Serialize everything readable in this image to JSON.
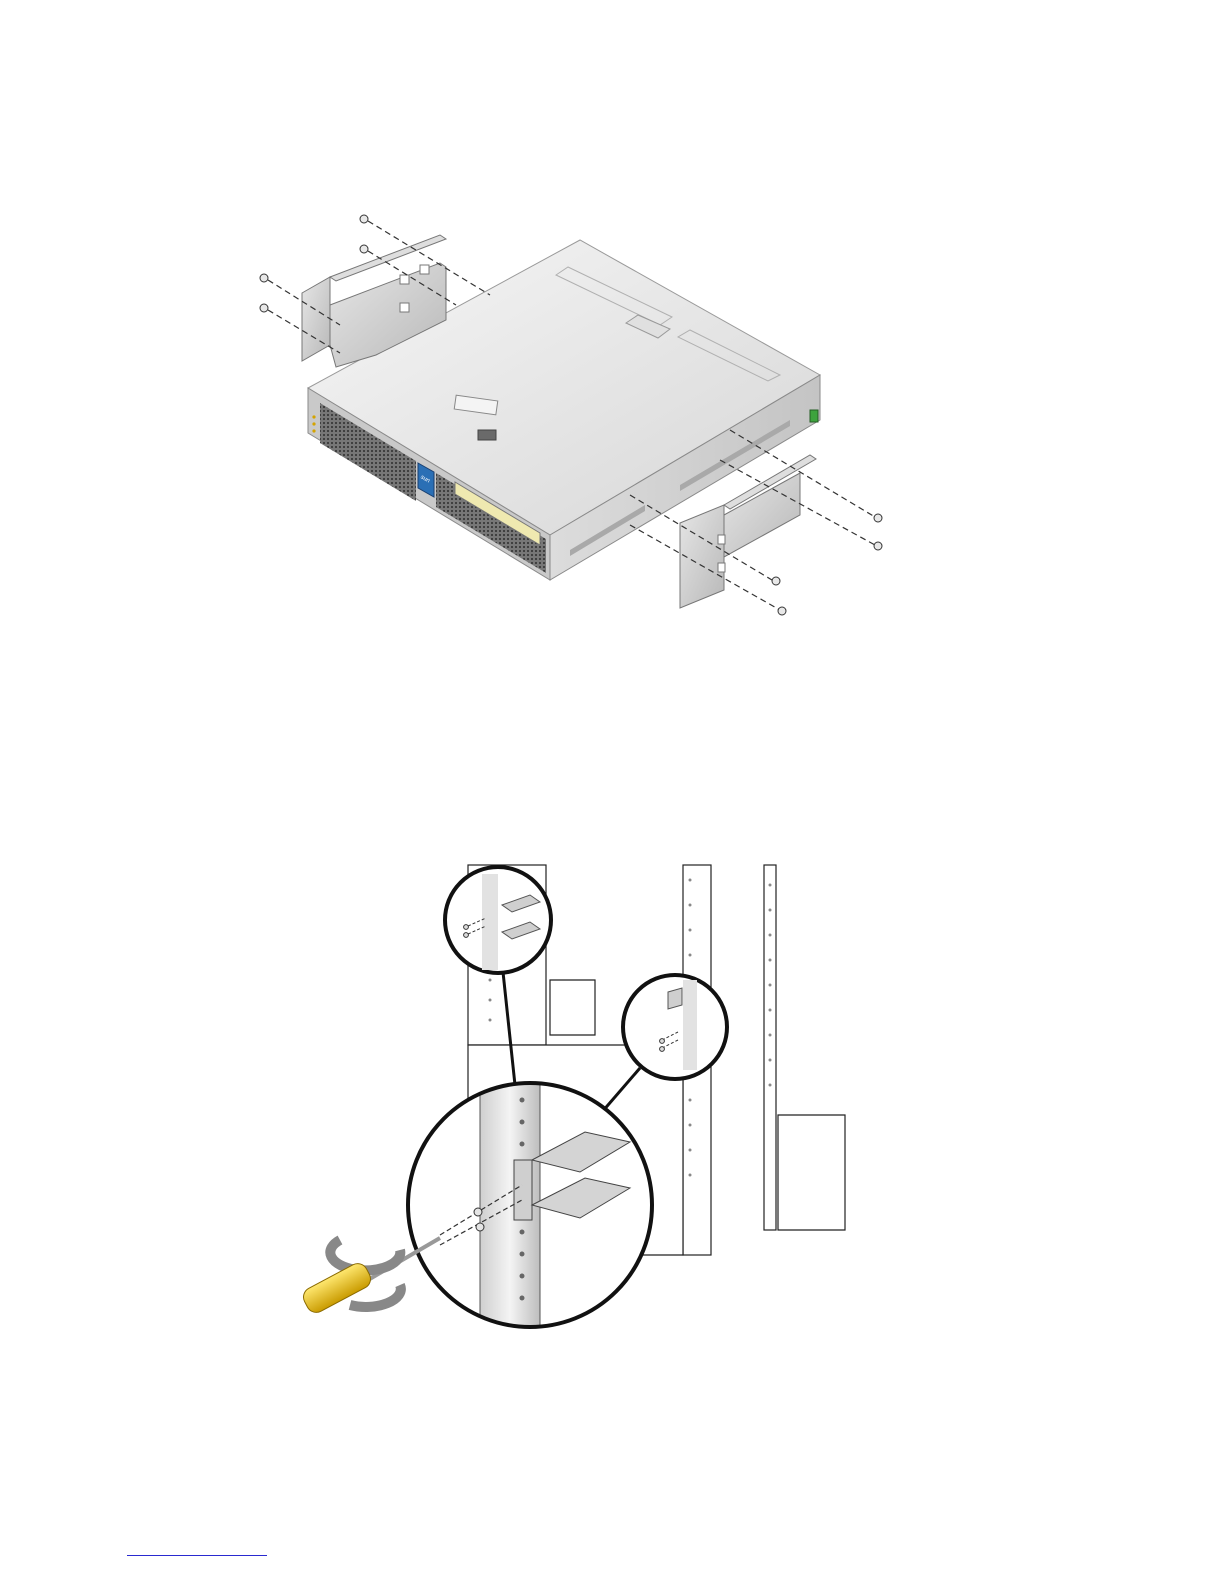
{
  "figures": [
    {
      "id": "figure-1",
      "logo_text": "sun"
    },
    {
      "id": "figure-2"
    }
  ],
  "footnote_rule": true,
  "colors": {
    "chassis_top": "#e9e9e9",
    "chassis_front": "#bfbfbf",
    "bracket": "#cfcfcf",
    "screwdriver_handle": "#f2c500",
    "logo_bg": "#2a6fb5",
    "footnote_rule": "#2a2ad0"
  }
}
